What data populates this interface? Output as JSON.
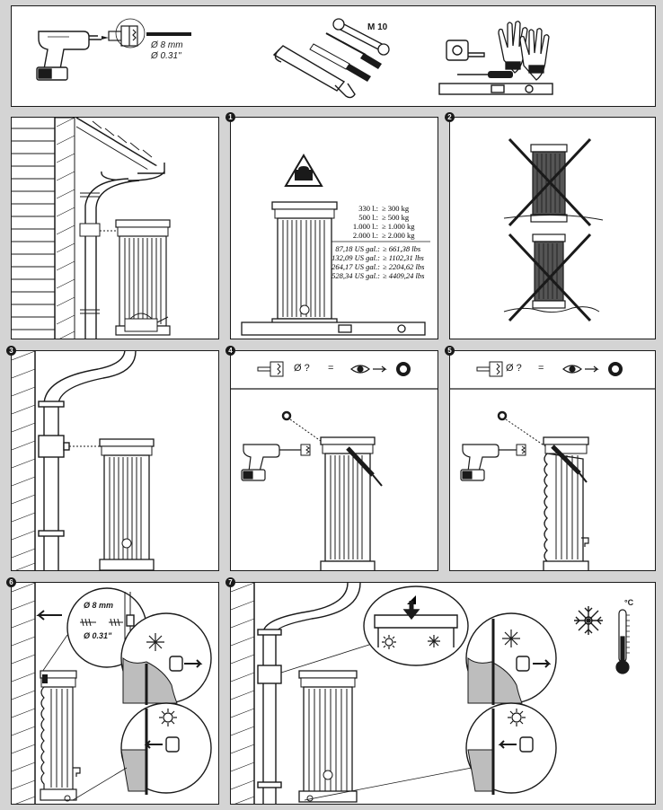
{
  "tools": {
    "drill_bit_dia_mm": "Ø 8 mm",
    "drill_bit_dia_in": "Ø 0.31\"",
    "wrench_size": "M 10"
  },
  "step_numbers": [
    "1",
    "2",
    "3",
    "4",
    "5",
    "6",
    "7"
  ],
  "step1": {
    "capacity_rows_metric": [
      {
        "volume": "330 l.:",
        "load": "≥ 300 kg"
      },
      {
        "volume": "500 l.:",
        "load": "≥ 500 kg"
      },
      {
        "volume": "1.000 l.:",
        "load": "≥ 1.000 kg"
      },
      {
        "volume": "2.000 l.:",
        "load": "≥ 2.000 kg"
      }
    ],
    "capacity_rows_us": [
      {
        "volume": "87,18 US gal.:",
        "load": "≥ 661,38 lbs"
      },
      {
        "volume": "132,09 US gal.:",
        "load": "≥ 1102,31 lbs"
      },
      {
        "volume": "264,17 US gal.:",
        "load": "≥ 2204,62 lbs"
      },
      {
        "volume": "528,34 US gal.:",
        "load": "≥ 4409,24 lbs"
      }
    ]
  },
  "step4": {
    "diameter_query": "Ø ?",
    "equals": "="
  },
  "step5": {
    "diameter_query": "Ø ?",
    "equals": "="
  },
  "step6": {
    "drill_bit_dia_mm": "Ø 8 mm",
    "drill_bit_dia_in": "Ø 0.31\""
  },
  "step7": {
    "temp_unit": "°C"
  }
}
